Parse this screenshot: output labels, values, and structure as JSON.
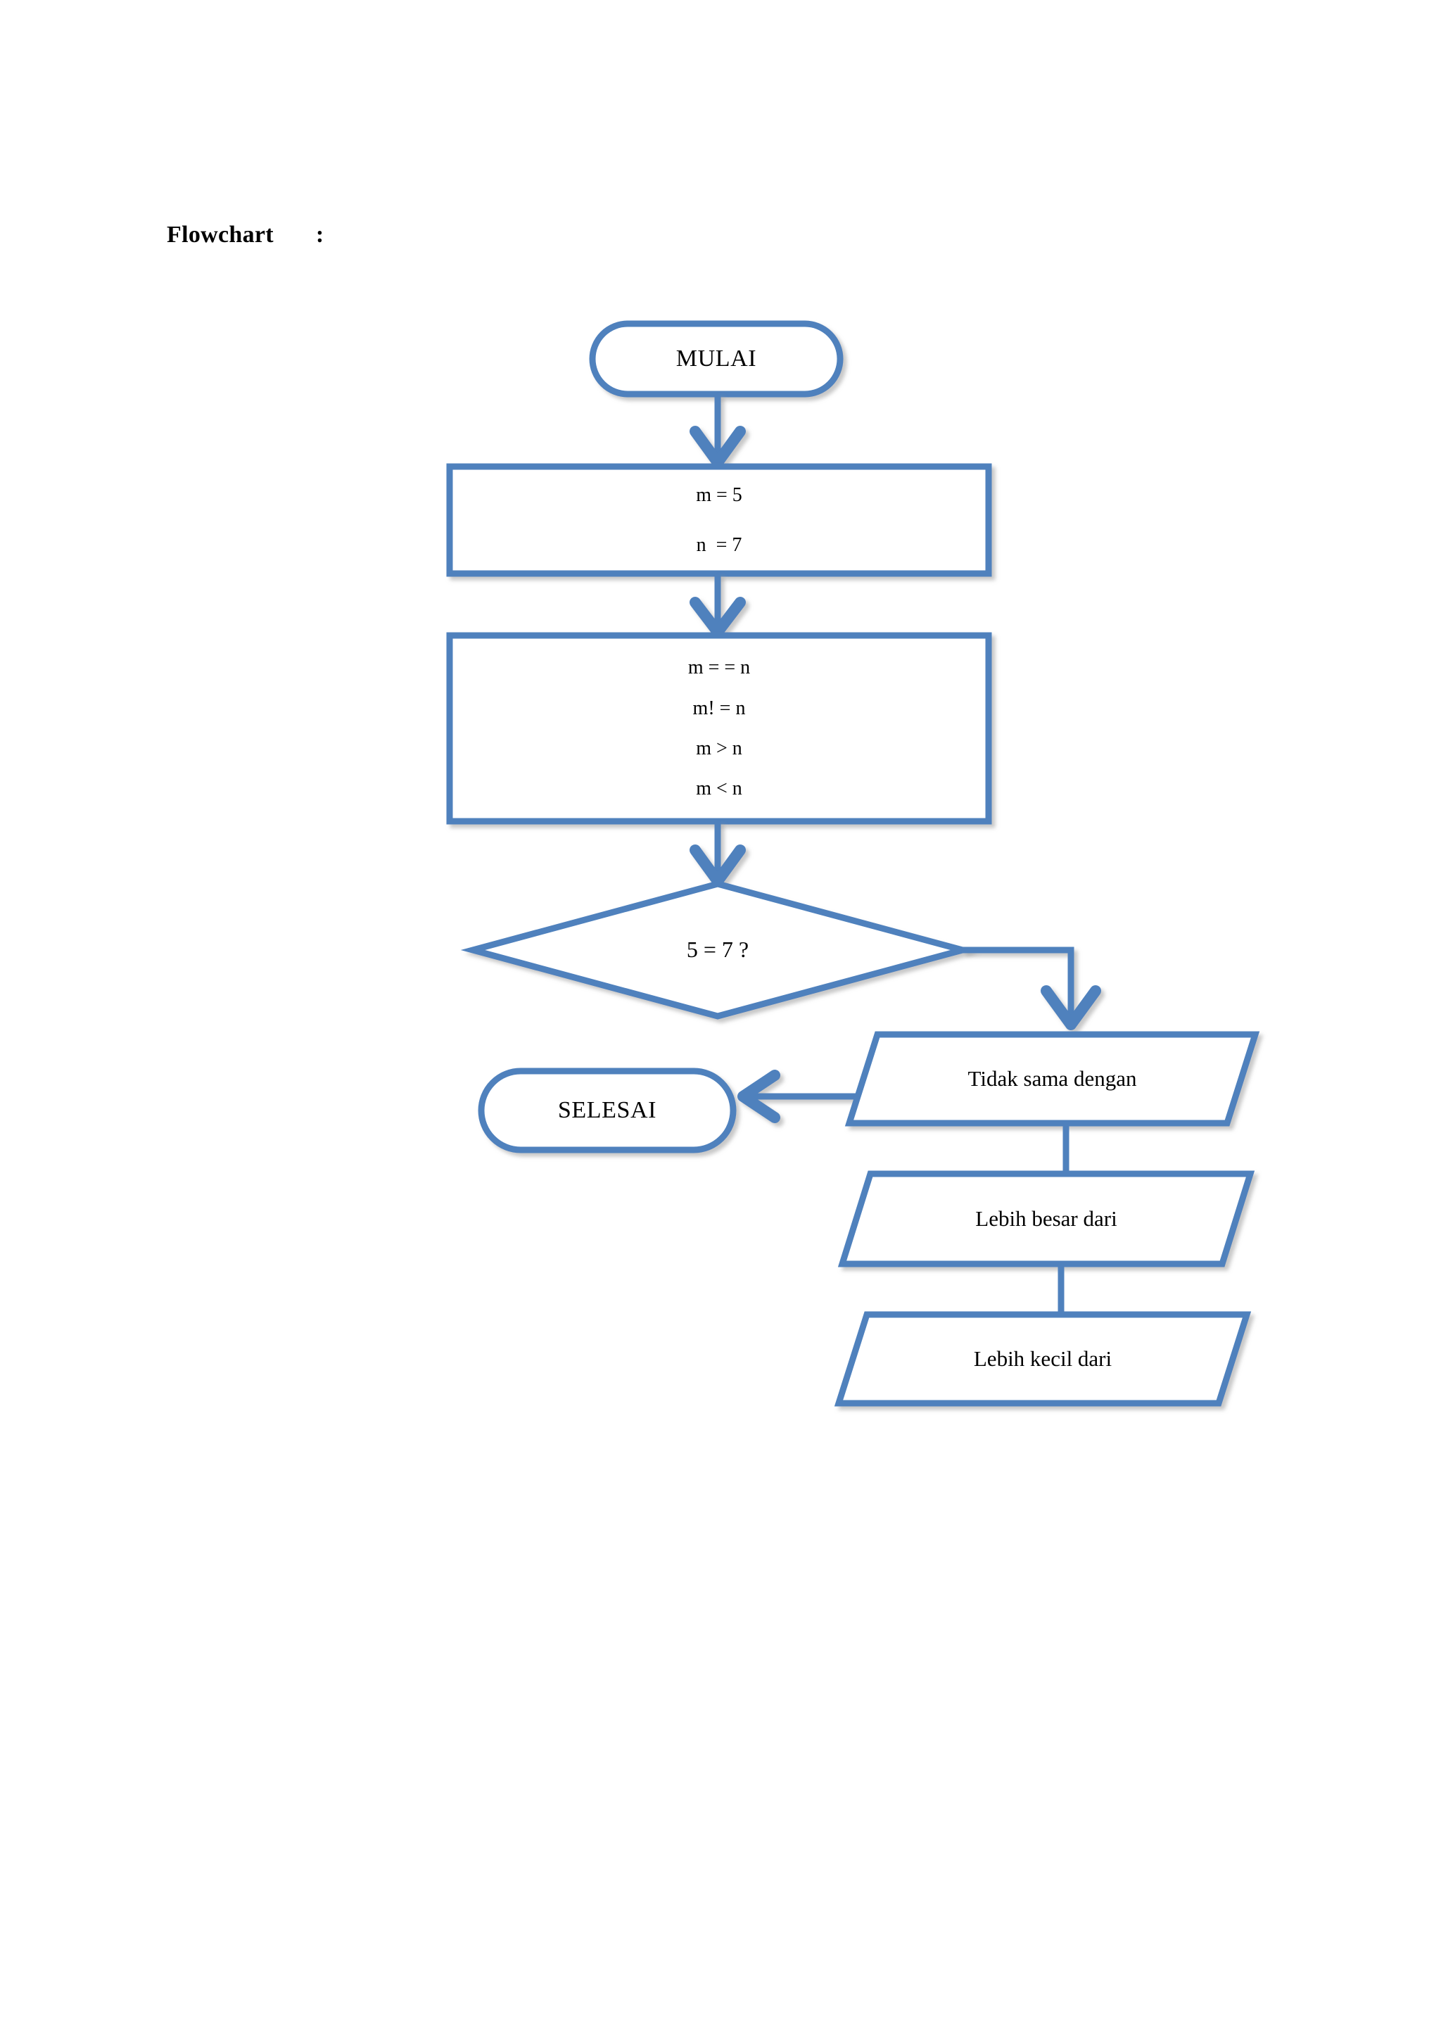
{
  "heading": {
    "title": "Flowchart",
    "separator": ":"
  },
  "theme": {
    "stroke": "#4f81bd",
    "stroke_dark": "#4472a8",
    "fill": "#ffffff",
    "text": "#000000",
    "shadow": "#b7b7b7"
  },
  "flowchart": {
    "title": "Flowchart",
    "type": "flowchart",
    "nodes": [
      {
        "id": "start",
        "shape": "terminator",
        "name": "mulai-node",
        "lines": [
          "MULAI"
        ]
      },
      {
        "id": "init",
        "shape": "process",
        "name": "initialize-values-node",
        "lines": [
          "m = 5",
          "n  = 7"
        ]
      },
      {
        "id": "compare",
        "shape": "process",
        "name": "comparison-operators-node",
        "lines": [
          "m = = n",
          "m! = n",
          "m > n",
          "m < n"
        ]
      },
      {
        "id": "decision",
        "shape": "decision",
        "name": "decision-node",
        "lines": [
          "5 = 7 ?"
        ]
      },
      {
        "id": "io1",
        "shape": "io",
        "name": "tidak-sama-dengan-node",
        "lines": [
          "Tidak sama dengan"
        ]
      },
      {
        "id": "io2",
        "shape": "io",
        "name": "lebih-besar-dari-node",
        "lines": [
          "Lebih besar dari"
        ]
      },
      {
        "id": "io3",
        "shape": "io",
        "name": "lebih-kecil-dari-node",
        "lines": [
          "Lebih kecil dari"
        ]
      },
      {
        "id": "end",
        "shape": "terminator",
        "name": "selesai-node",
        "lines": [
          "SELESAI"
        ]
      }
    ],
    "edges": [
      {
        "from": "start",
        "to": "init",
        "name": "connector-start-to-init",
        "style": "arrow-down"
      },
      {
        "from": "init",
        "to": "compare",
        "name": "connector-init-to-compare",
        "style": "arrow-down"
      },
      {
        "from": "compare",
        "to": "decision",
        "name": "connector-compare-to-decision",
        "style": "arrow-down"
      },
      {
        "from": "decision",
        "to": "io1",
        "name": "connector-decision-to-io1",
        "style": "elbow-right-down-arrow"
      },
      {
        "from": "io1",
        "to": "end",
        "name": "connector-io1-to-selesai",
        "style": "elbow-left-arrow"
      },
      {
        "from": "io1",
        "to": "io2",
        "name": "connector-io1-to-io2",
        "style": "plain-down"
      },
      {
        "from": "io2",
        "to": "io3",
        "name": "connector-io2-to-io3",
        "style": "plain-down"
      }
    ]
  }
}
